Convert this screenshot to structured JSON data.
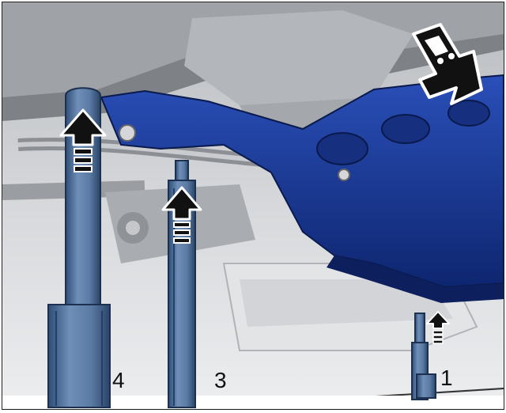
{
  "callouts": {
    "label_4": "4",
    "label_3": "3",
    "label_1": "1"
  },
  "colors": {
    "subframe_blue": "#1f3f9e",
    "subframe_dark": "#0d1f5c",
    "support_post": "#5f7fa8",
    "support_post_dark": "#2f4d75",
    "background_gray": "#cfd1d4",
    "background_dark": "#8a8d92",
    "arrow_outline": "#ffffff",
    "arrow_fill": "#111111"
  },
  "icons": {
    "direction_marker": "vehicle-direction-arrow-icon",
    "lift_arrow": "up-arrow-icon"
  }
}
